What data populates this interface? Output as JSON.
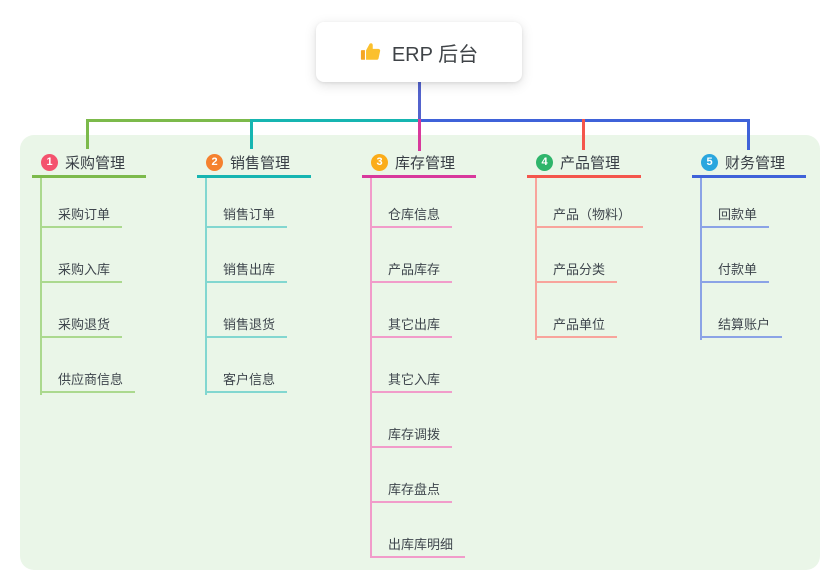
{
  "root": {
    "label": "ERP 后台",
    "icon": "thumbs-up-icon",
    "line_color": "#5363cd"
  },
  "canvas": {
    "background": "#ffffff",
    "panel_color": "#eaf6e8",
    "text_color": "#3d434a"
  },
  "branches": [
    {
      "badge": "1",
      "label": "采购管理",
      "badge_color": "#f4536e",
      "line_color": "#7cba4b",
      "child_line_color": "#abd98e",
      "children": [
        "采购订单",
        "采购入库",
        "采购退货",
        "供应商信息"
      ]
    },
    {
      "badge": "2",
      "label": "销售管理",
      "badge_color": "#f5812f",
      "line_color": "#16b5b1",
      "child_line_color": "#82d7d0",
      "children": [
        "销售订单",
        "销售出库",
        "销售退货",
        "客户信息"
      ]
    },
    {
      "badge": "3",
      "label": "库存管理",
      "badge_color": "#fbac19",
      "line_color": "#d8399c",
      "child_line_color": "#f19cca",
      "children": [
        "仓库信息",
        "产品库存",
        "其它出库",
        "其它入库",
        "库存调拨",
        "库存盘点",
        "出库库明细"
      ]
    },
    {
      "badge": "4",
      "label": "产品管理",
      "badge_color": "#2fb56b",
      "line_color": "#f4564c",
      "child_line_color": "#f8a49c",
      "children": [
        "产品（物料）",
        "产品分类",
        "产品单位"
      ]
    },
    {
      "badge": "5",
      "label": "财务管理",
      "badge_color": "#2aa6de",
      "line_color": "#3f62d9",
      "child_line_color": "#8ba3e6",
      "children": [
        "回款单",
        "付款单",
        "结算账户"
      ]
    }
  ]
}
